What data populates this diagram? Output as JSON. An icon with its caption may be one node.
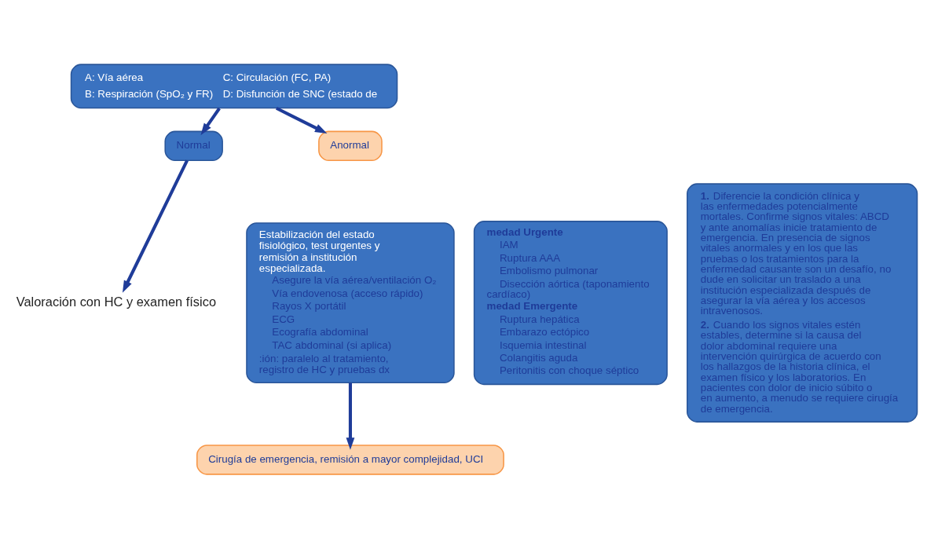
{
  "diagram": {
    "nodes": [
      {
        "text": [
          "A: Vía aérea",
          "C: Circulación (FC, PA)",
          "B: Respiración (SpO₂ y FR)",
          "D: Disfunción de SNC (estado de"
        ]
      },
      {
        "text": [
          "Normal"
        ]
      },
      {
        "text": [
          "Anormal"
        ]
      },
      {
        "text": [
          "Estabilización del estado fisiológico, test urgentes y remisión a institución especializada.",
          "Asegure la vía aérea/ventilación O₂",
          "Vía endovenosa (acceso rápido)",
          "Rayos X portátil",
          "ECG",
          "Ecografía abdominal",
          "TAC abdominal (si aplica)",
          ":ión: paralelo al tratamiento, registro de HC y pruebas dx"
        ]
      },
      {
        "text": [
          "medad Urgente",
          "IAM",
          "Ruptura AAA",
          "Embolismo pulmonar",
          "Disección aórtica (taponamiento cardíaco)",
          "medad Emergente",
          "Ruptura hepática",
          "Embarazo ectópico",
          "Isquemia intestinal",
          "Colangitis aguda",
          "Peritonitis con choque séptico"
        ]
      },
      {
        "text": [
          "Cirugía de emergencia, remisión a mayor complejidad, UCI"
        ]
      },
      {
        "text": [
          "Valoración con HC y examen físico"
        ]
      },
      {
        "text": [
          "**1.** Diferencie la condición clínica y las enfermedades potencialmente mortales. Confirme signos vitales: ABCD y ante anomalías inicie tratamiento de emergencia. En presencia de signos vitales anormales y en los que las pruebas o los tratamientos para la enfermedad causante son un desafío, no dude en solicitar un traslado a una institución especializada después de asegurar la vía aérea y los accesos intravenosos.",
          "**2.** Cuando los signos vitales estén estables, determine si la causa del dolor abdominal requiere una intervención quirúrgica de acuerdo con los hallazgos de la historia clínica, el examen físico y los laboratorios. En pacientes con dolor de inicio súbito o en aumento, a menudo se requiere cirugía de emergencia."
        ]
      }
    ],
    "edges": [
      {
        "from": 0,
        "to": 1,
        "arrow": "to"
      },
      {
        "from": 0,
        "to": 2,
        "arrow": "to"
      },
      {
        "from": 1,
        "to": 6,
        "arrow": "to"
      },
      {
        "from": 3,
        "to": 5,
        "arrow": "to"
      }
    ]
  }
}
